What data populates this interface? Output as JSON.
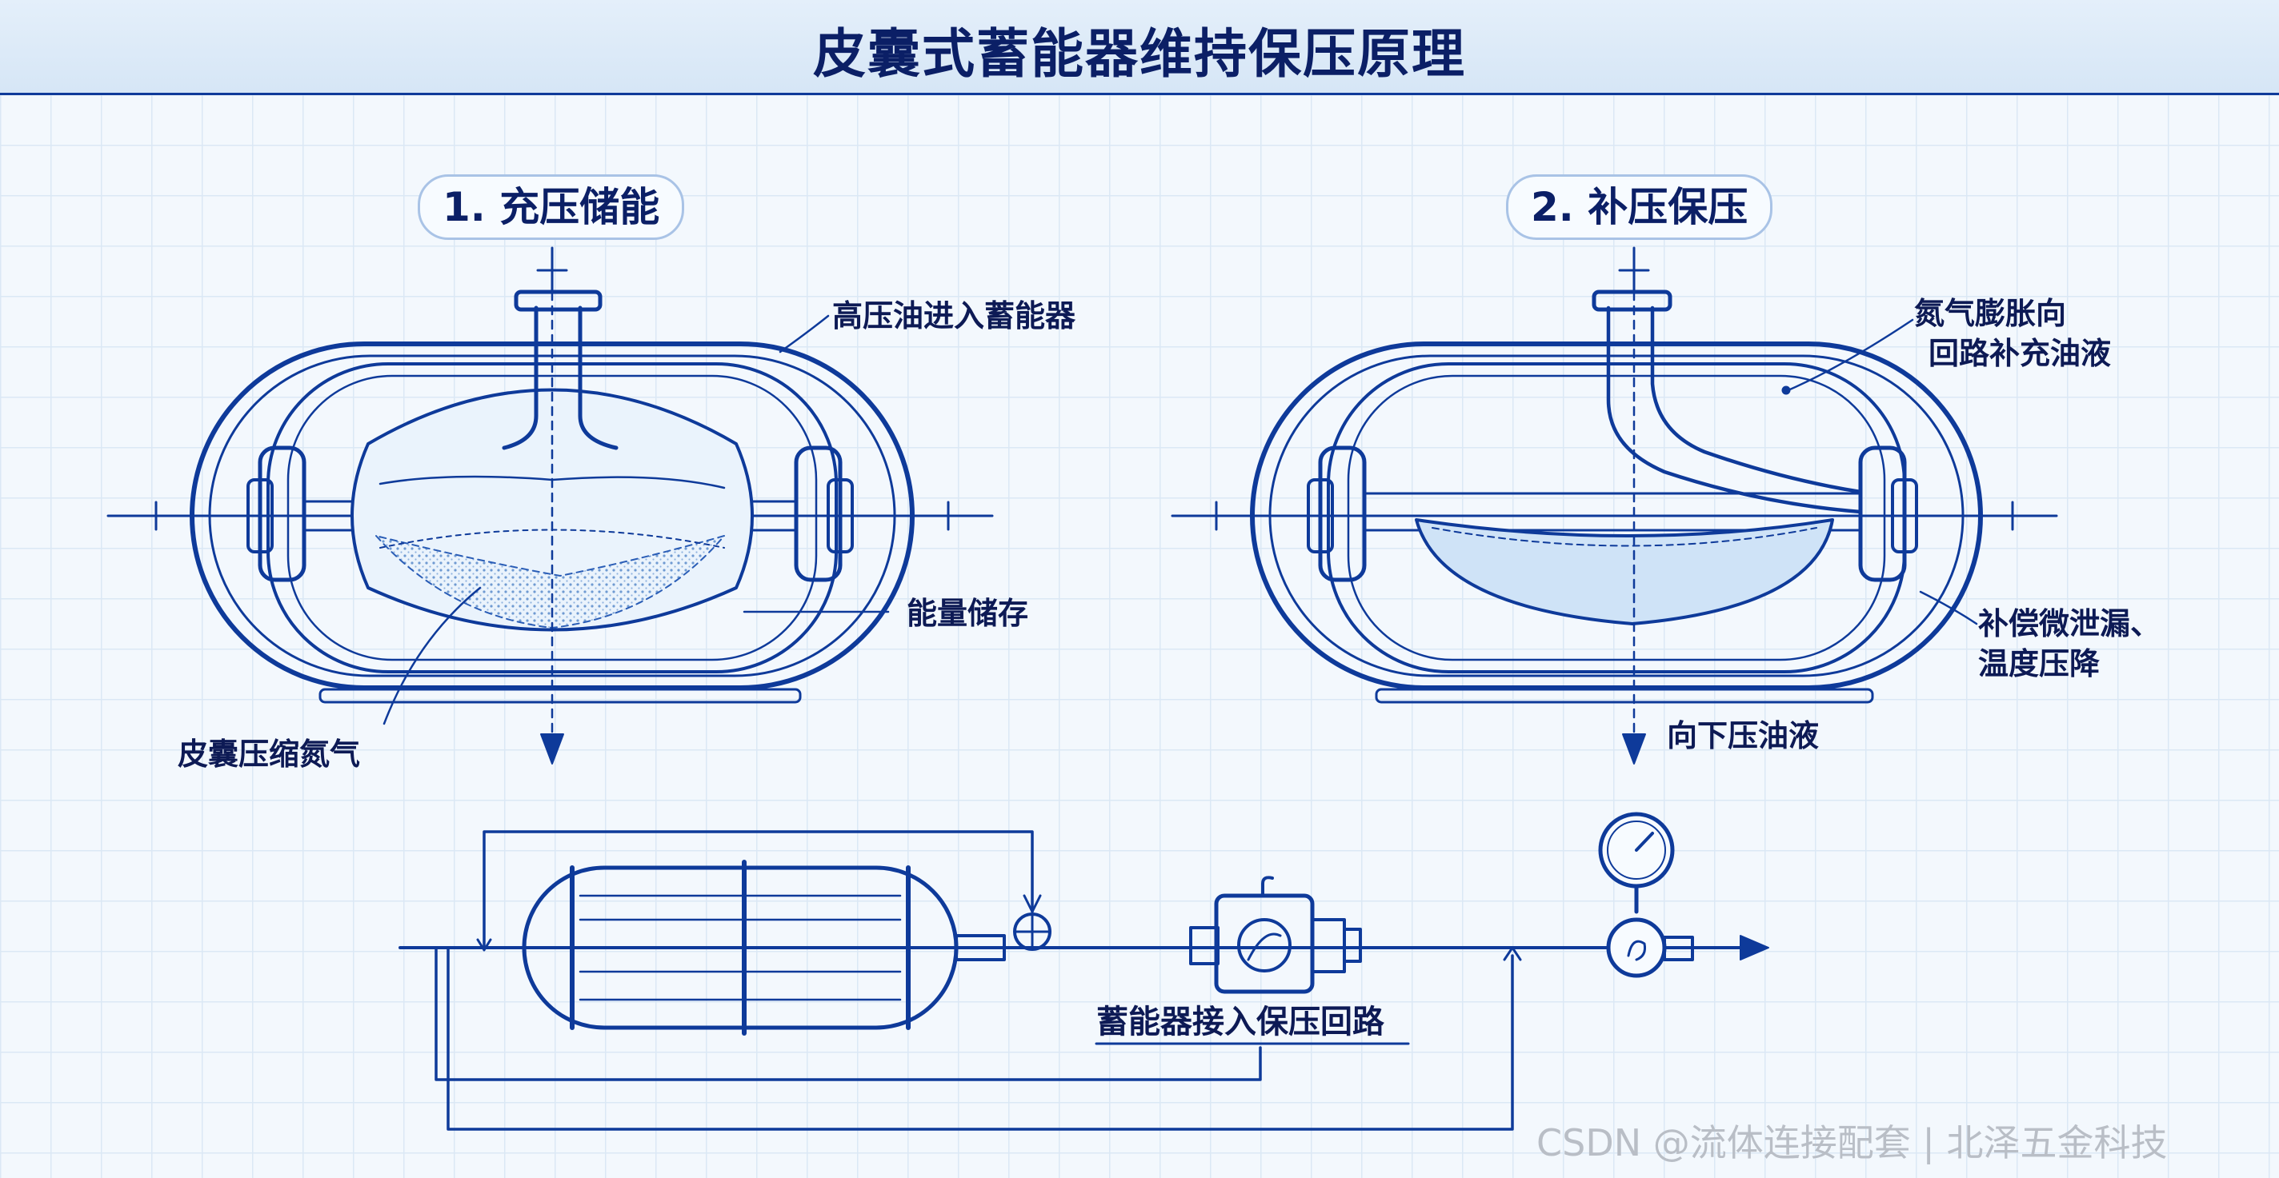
{
  "title": "皮囊式蓄能器维持保压原理",
  "panels": {
    "charge": {
      "heading": "1. 充压储能",
      "labels": {
        "oil_in": "高压油进入蓄能器",
        "energy": "能量储存",
        "bladder": "皮囊压缩氮气"
      }
    },
    "hold": {
      "heading": "2. 补压保压",
      "labels": {
        "expand_line1": "氮气膨胀向",
        "expand_line2": "回路补充油液",
        "compensate_line1": "补偿微泄漏、",
        "compensate_line2": "温度压降",
        "press_down": "向下压油液"
      }
    }
  },
  "circuit": {
    "label": "蓄能器接入保压回路"
  },
  "watermark": "CSDN @流体连接配套 | 北泽五金科技",
  "colors": {
    "ink": "#0e3a9a",
    "dark_text": "#0b1f66",
    "fluid": "#cfe3f7",
    "grid": "#dbe8f5"
  }
}
